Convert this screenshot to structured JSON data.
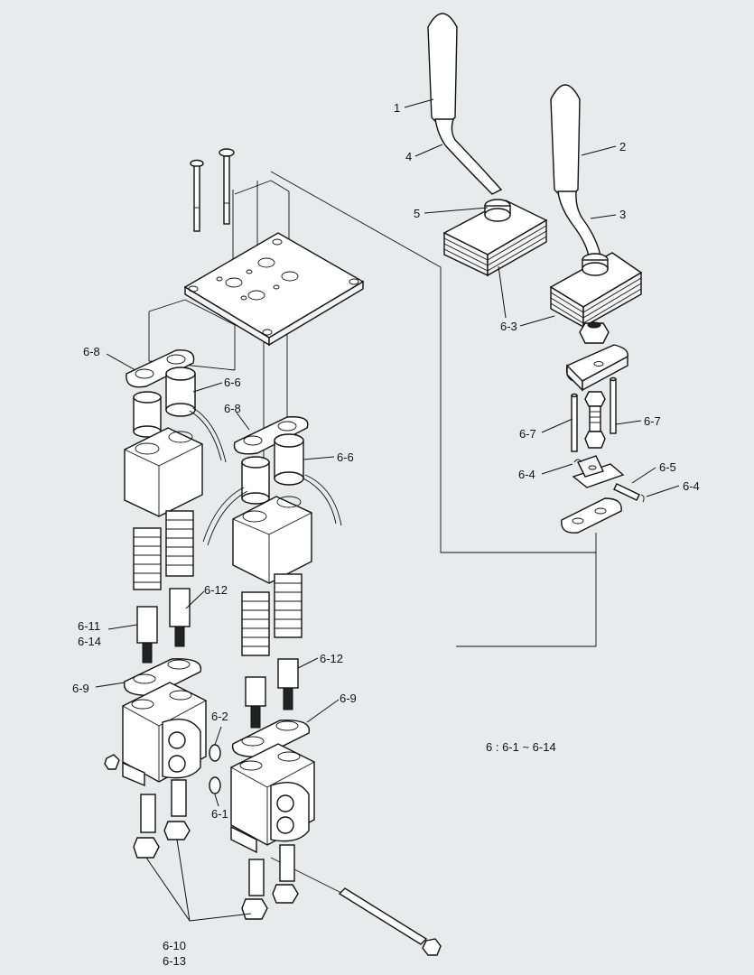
{
  "diagram": {
    "note": "6 : 6-1 ~ 6-14",
    "labels": [
      {
        "id": "1",
        "text": "1"
      },
      {
        "id": "2",
        "text": "2"
      },
      {
        "id": "3",
        "text": "3"
      },
      {
        "id": "4",
        "text": "4"
      },
      {
        "id": "5",
        "text": "5"
      },
      {
        "id": "6-3",
        "text": "6-3"
      },
      {
        "id": "6-7a",
        "text": "6-7"
      },
      {
        "id": "6-7b",
        "text": "6-7"
      },
      {
        "id": "6-4a",
        "text": "6-4"
      },
      {
        "id": "6-4b",
        "text": "6-4"
      },
      {
        "id": "6-5",
        "text": "6-5"
      },
      {
        "id": "6-8a",
        "text": "6-8"
      },
      {
        "id": "6-8b",
        "text": "6-8"
      },
      {
        "id": "6-6a",
        "text": "6-6"
      },
      {
        "id": "6-6b",
        "text": "6-6"
      },
      {
        "id": "6-12a",
        "text": "6-12"
      },
      {
        "id": "6-12b",
        "text": "6-12"
      },
      {
        "id": "6-11",
        "text": "6-11"
      },
      {
        "id": "6-14",
        "text": "6-14"
      },
      {
        "id": "6-9a",
        "text": "6-9"
      },
      {
        "id": "6-9b",
        "text": "6-9"
      },
      {
        "id": "6-2",
        "text": "6-2"
      },
      {
        "id": "6-1",
        "text": "6-1"
      },
      {
        "id": "6-10",
        "text": "6-10"
      },
      {
        "id": "6-13",
        "text": "6-13"
      }
    ]
  }
}
